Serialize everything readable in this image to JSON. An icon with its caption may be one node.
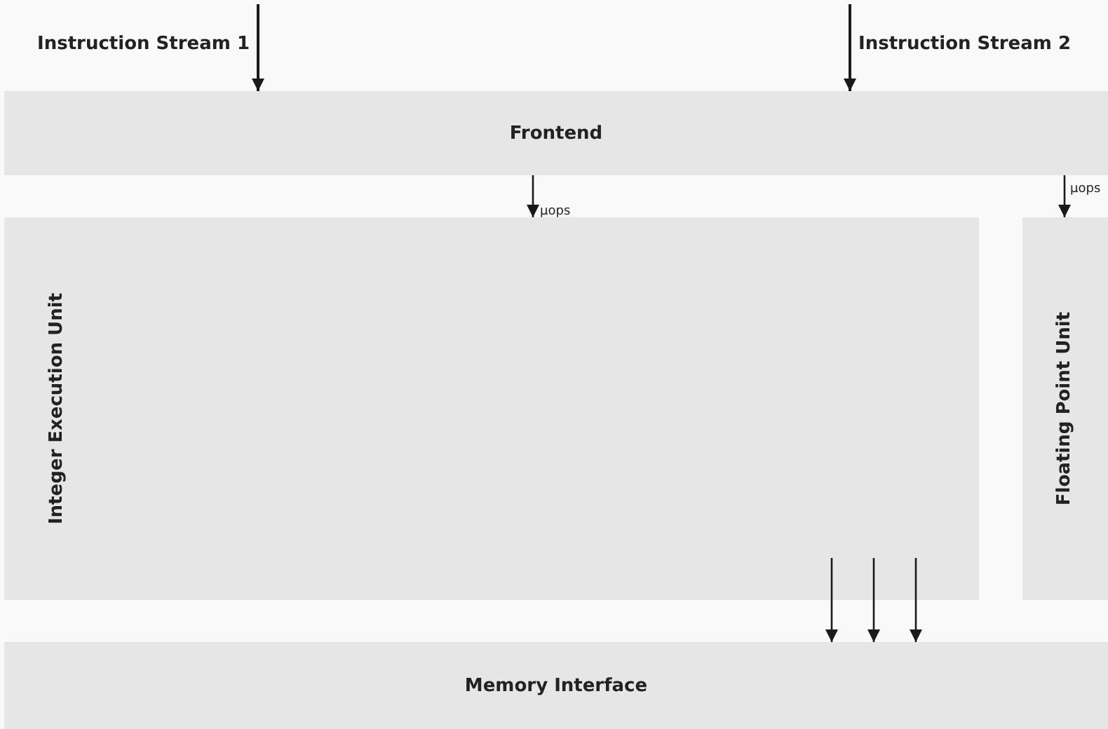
{
  "diagram": {
    "nodes": [
      {
        "text": [
          "Frontend"
        ]
      },
      {
        "text": [
          "Integer Execution Unit"
        ]
      },
      {
        "text": [
          "Floating Point Unit"
        ]
      },
      {
        "text": [
          "Memory Interface"
        ]
      }
    ],
    "edges": [
      {
        "from": null,
        "to": 0,
        "arrow": "to",
        "label": "Instruction Stream 1"
      },
      {
        "from": null,
        "to": 0,
        "arrow": "to",
        "label": "Instruction Stream 2"
      },
      {
        "from": 0,
        "to": 1,
        "arrow": "to",
        "label": "μops"
      },
      {
        "from": 0,
        "to": 2,
        "arrow": "to",
        "label": "μops"
      },
      {
        "from": 1,
        "to": 3,
        "arrow": "to"
      },
      {
        "from": 1,
        "to": 3,
        "arrow": "to"
      },
      {
        "from": 1,
        "to": 3,
        "arrow": "to"
      }
    ]
  }
}
